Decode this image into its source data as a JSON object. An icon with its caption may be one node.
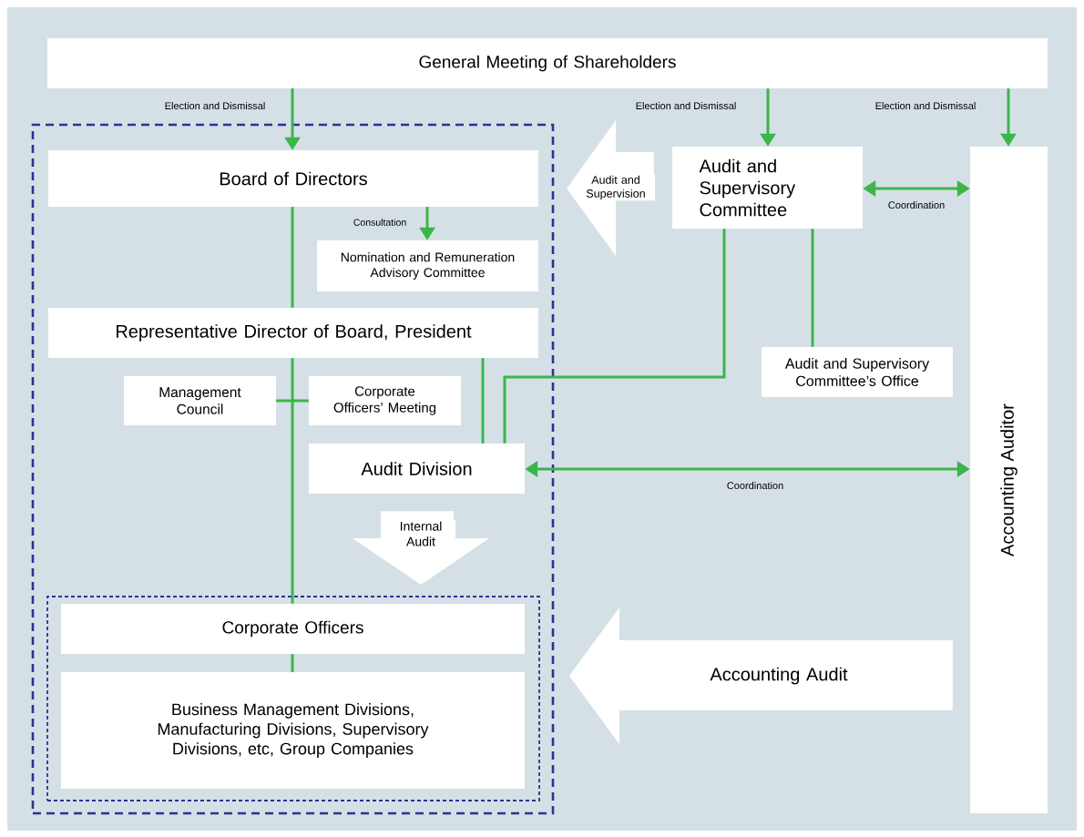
{
  "diagram": {
    "nodes": [
      {
        "text": [
          "General Meeting of Shareholders"
        ]
      },
      {
        "text": [],
        "shape": "box"
      },
      {
        "text": [
          "Board of Directors"
        ],
        "in": 1
      },
      {
        "text": [
          "Nomination and Remuneration Advisory Committee"
        ],
        "in": 1
      },
      {
        "text": [
          "Representative Director of Board, President"
        ],
        "in": 1
      },
      {
        "text": [
          "Management Council"
        ],
        "in": 1
      },
      {
        "text": [
          "Corporate Officers’ Meeting"
        ],
        "in": 1
      },
      {
        "text": [
          "Audit Division"
        ],
        "in": 1
      },
      {
        "text": [],
        "shape": "box",
        "in": 1
      },
      {
        "text": [
          "Corporate Officers"
        ],
        "in": 8
      },
      {
        "text": [
          "Business Management Divisions, Manufacturing Divisions, Supervisory Divisions, etc, Group Companies"
        ],
        "in": 8
      },
      {
        "text": [
          "Audit and Supervisory Committee"
        ]
      },
      {
        "text": [
          "Audit and Supervisory Committee’s Office"
        ]
      },
      {
        "text": [
          "Accounting Auditor"
        ]
      }
    ],
    "edges": [
      {
        "from": 0,
        "to": 2,
        "arrow": "to",
        "label": "Election and Dismissal"
      },
      {
        "from": 0,
        "to": 11,
        "arrow": "to",
        "label": "Election and Dismissal"
      },
      {
        "from": 0,
        "to": 13,
        "arrow": "to",
        "label": "Election and Dismissal"
      },
      {
        "from": 2,
        "to": 3,
        "arrow": "to",
        "label": "Consultation"
      },
      {
        "from": 2,
        "to": 4,
        "arrow": "none"
      },
      {
        "from": 11,
        "to": 13,
        "arrow": "both",
        "label": "Coordination"
      },
      {
        "from": 4,
        "to": 9,
        "arrow": "none"
      },
      {
        "from": 5,
        "to": 6,
        "arrow": "none"
      },
      {
        "from": 4,
        "to": 7,
        "arrow": "none"
      },
      {
        "from": 11,
        "to": 7,
        "arrow": "none"
      },
      {
        "from": 11,
        "to": 12,
        "arrow": "none"
      },
      {
        "from": 7,
        "to": 13,
        "arrow": "both",
        "label": "Coordination"
      },
      {
        "from": 9,
        "to": 10,
        "arrow": "none"
      },
      {
        "from": 11,
        "to": 2,
        "arrow": "to",
        "label": "Audit and Supervision",
        "color": "#ffffff"
      },
      {
        "from": 7,
        "to": 8,
        "arrow": "to",
        "label": "Internal Audit",
        "color": "#ffffff"
      },
      {
        "from": 13,
        "to": 8,
        "arrow": "to",
        "label": "Accounting Audit",
        "color": "#ffffff"
      }
    ]
  }
}
